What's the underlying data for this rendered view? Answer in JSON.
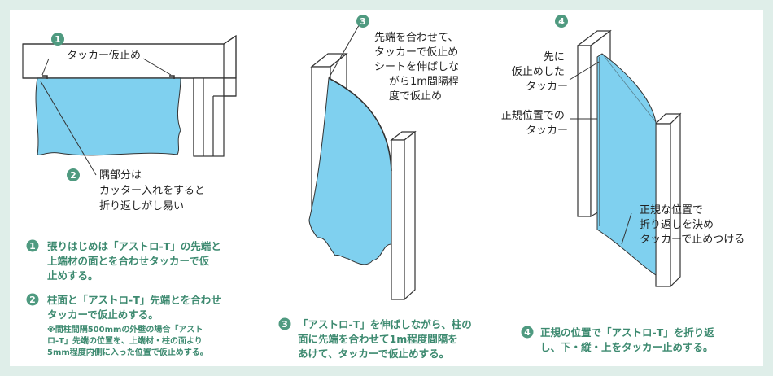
{
  "colors": {
    "frame": "#dfeee9",
    "accent": "#4f9a80",
    "sheet": "#7fd0ef",
    "wood": "#ffffff",
    "line": "#333333"
  },
  "step1": {
    "badge": "1",
    "label": "タッカー仮止め"
  },
  "step2": {
    "badge": "2",
    "label_lines": [
      "隅部分は",
      "カッター入れをすると",
      "折り返しがし易い"
    ]
  },
  "step3": {
    "badge": "3",
    "label_lines": [
      "先端を合わせて、",
      "タッカーで仮止め",
      "シートを伸ばしな",
      "がら1m間隔程",
      "度で仮止め"
    ]
  },
  "step4": {
    "badge": "4",
    "label_a_lines": [
      "先に",
      "仮止めした",
      "タッカー"
    ],
    "label_b_lines": [
      "正規位置での",
      "タッカー"
    ],
    "label_c_lines": [
      "正規な位置で",
      "折り返しを決め",
      "タッカーで止めつける"
    ]
  },
  "captions": {
    "c1": {
      "badge": "1",
      "lines": [
        "張りはじめは「アストロ-T」の先端と",
        "上端材の面とを合わせタッカーで仮",
        "止めする。"
      ]
    },
    "c2": {
      "badge": "2",
      "lines": [
        "柱面と「アストロ-T」先端とを合わせ",
        "タッカーで仮止めする。"
      ],
      "note_lines": [
        "※間柱間隔500mmの外壁の場合「アスト",
        "ロ-T」先端の位置を、上端材・柱の面より",
        "5mm程度内側に入った位置で仮止めする。"
      ]
    },
    "c3": {
      "badge": "3",
      "lines": [
        "「アストロ-T」を伸ばしながら、柱の",
        "面に先端を合わせて1m程度間隔を",
        "あけて、タッカーで仮止めする。"
      ]
    },
    "c4": {
      "badge": "4",
      "lines": [
        "正規の位置で「アストロ-T」を折り返",
        "し、下・縦・上をタッカー止めする。"
      ]
    }
  }
}
